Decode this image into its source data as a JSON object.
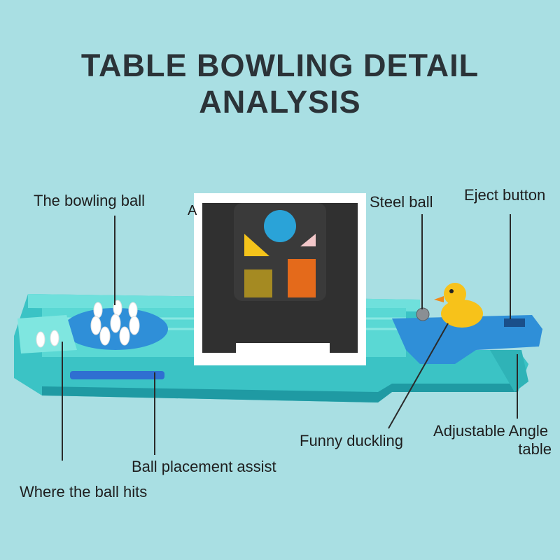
{
  "title": "TABLE BOWLING DETAIL ANALYSIS",
  "labels": {
    "bowling_ball": "The bowling ball",
    "steel_ball": "Steel ball",
    "eject_button": "Eject button",
    "funny_duckling": "Funny duckling",
    "adjustable_angle_line1": "Adjustable Angle",
    "adjustable_angle_line2": "table",
    "ball_placement_assist": "Ball placement assist",
    "where_ball_hits": "Where the ball hits",
    "partial_letter": "A"
  },
  "colors": {
    "background": "#a9dfe3",
    "toy_body": "#4fd3cf",
    "lane_blue": "#2f8fd8",
    "duck_yellow": "#f7c21a",
    "placeholder_circle": "#2aa3d8",
    "placeholder_triangle_yellow": "#f4c31b",
    "placeholder_triangle_pink": "#f2c7c9",
    "placeholder_square_olive": "#a58a22",
    "placeholder_square_orange": "#e46a1b"
  }
}
